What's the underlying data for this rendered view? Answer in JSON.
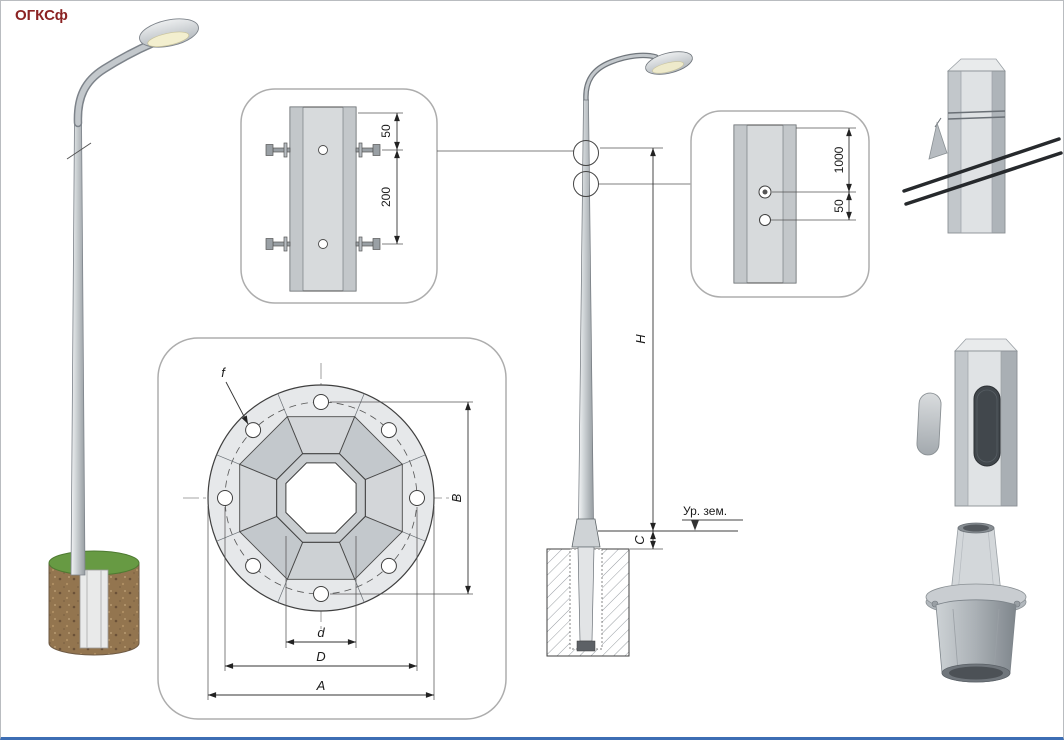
{
  "title": "ОГКСф",
  "panels": {
    "detail_top": {
      "dims": {
        "d50": "50",
        "d200": "200"
      }
    },
    "detail_right": {
      "dims": {
        "d1000": "1000",
        "d50": "50"
      }
    },
    "flange_plan": {
      "dims": {
        "f": "f",
        "B": "B",
        "d": "d",
        "D": "D",
        "A": "A"
      }
    },
    "elevation": {
      "dims": {
        "H": "H",
        "C": "C"
      },
      "ground_label": "Ур. зем."
    }
  },
  "colors": {
    "title_accent": "#8b2323",
    "line": "#3f3f3f",
    "metal_light": "#e6e8ea",
    "metal_dark": "#9aa0a5"
  }
}
